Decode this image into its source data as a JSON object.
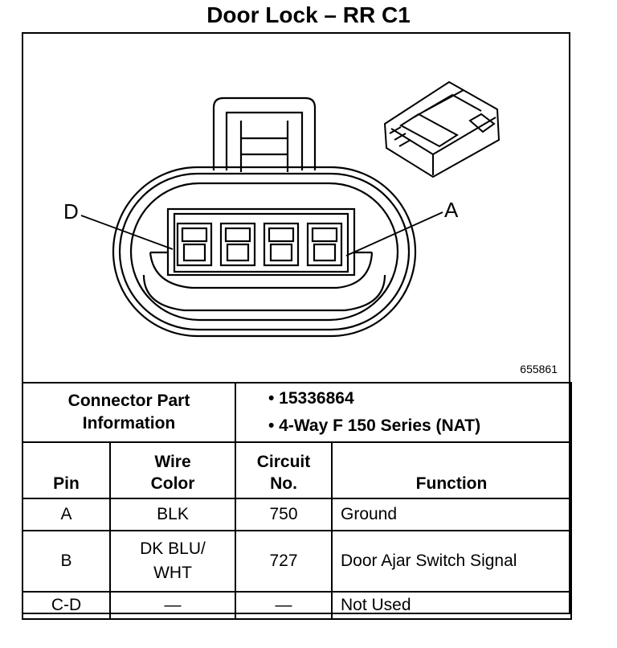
{
  "title": "Door Lock – RR C1",
  "diagram": {
    "figure_id": "655861",
    "pin_labels": {
      "left": "D",
      "right": "A"
    }
  },
  "connector_info": {
    "label_line1": "Connector Part",
    "label_line2": "Information",
    "values": [
      "• 15336864",
      "• 4-Way F 150 Series (NAT)"
    ]
  },
  "table": {
    "headers": {
      "pin": "Pin",
      "wire_color_line1": "Wire",
      "wire_color_line2": "Color",
      "circuit_line1": "Circuit",
      "circuit_line2": "No.",
      "function": "Function"
    },
    "rows": [
      {
        "pin": "A",
        "wire_line1": "BLK",
        "wire_line2": "",
        "circuit": "750",
        "function": "Ground"
      },
      {
        "pin": "B",
        "wire_line1": "DK BLU/",
        "wire_line2": "WHT",
        "circuit": "727",
        "function": "Door Ajar Switch Signal"
      },
      {
        "pin": "C-D",
        "wire_line1": "—",
        "wire_line2": "",
        "circuit": "—",
        "function": "Not Used"
      }
    ]
  }
}
